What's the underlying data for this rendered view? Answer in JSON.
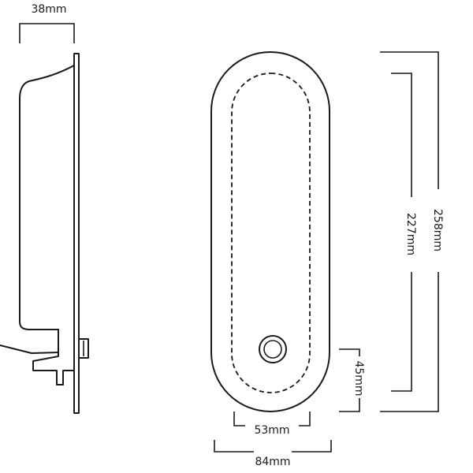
{
  "dimensions": {
    "depth": "38mm",
    "overall_height": "258mm",
    "recess_height": "227mm",
    "button_offset": "45mm",
    "recess_width": "53mm",
    "overall_width": "84mm"
  }
}
